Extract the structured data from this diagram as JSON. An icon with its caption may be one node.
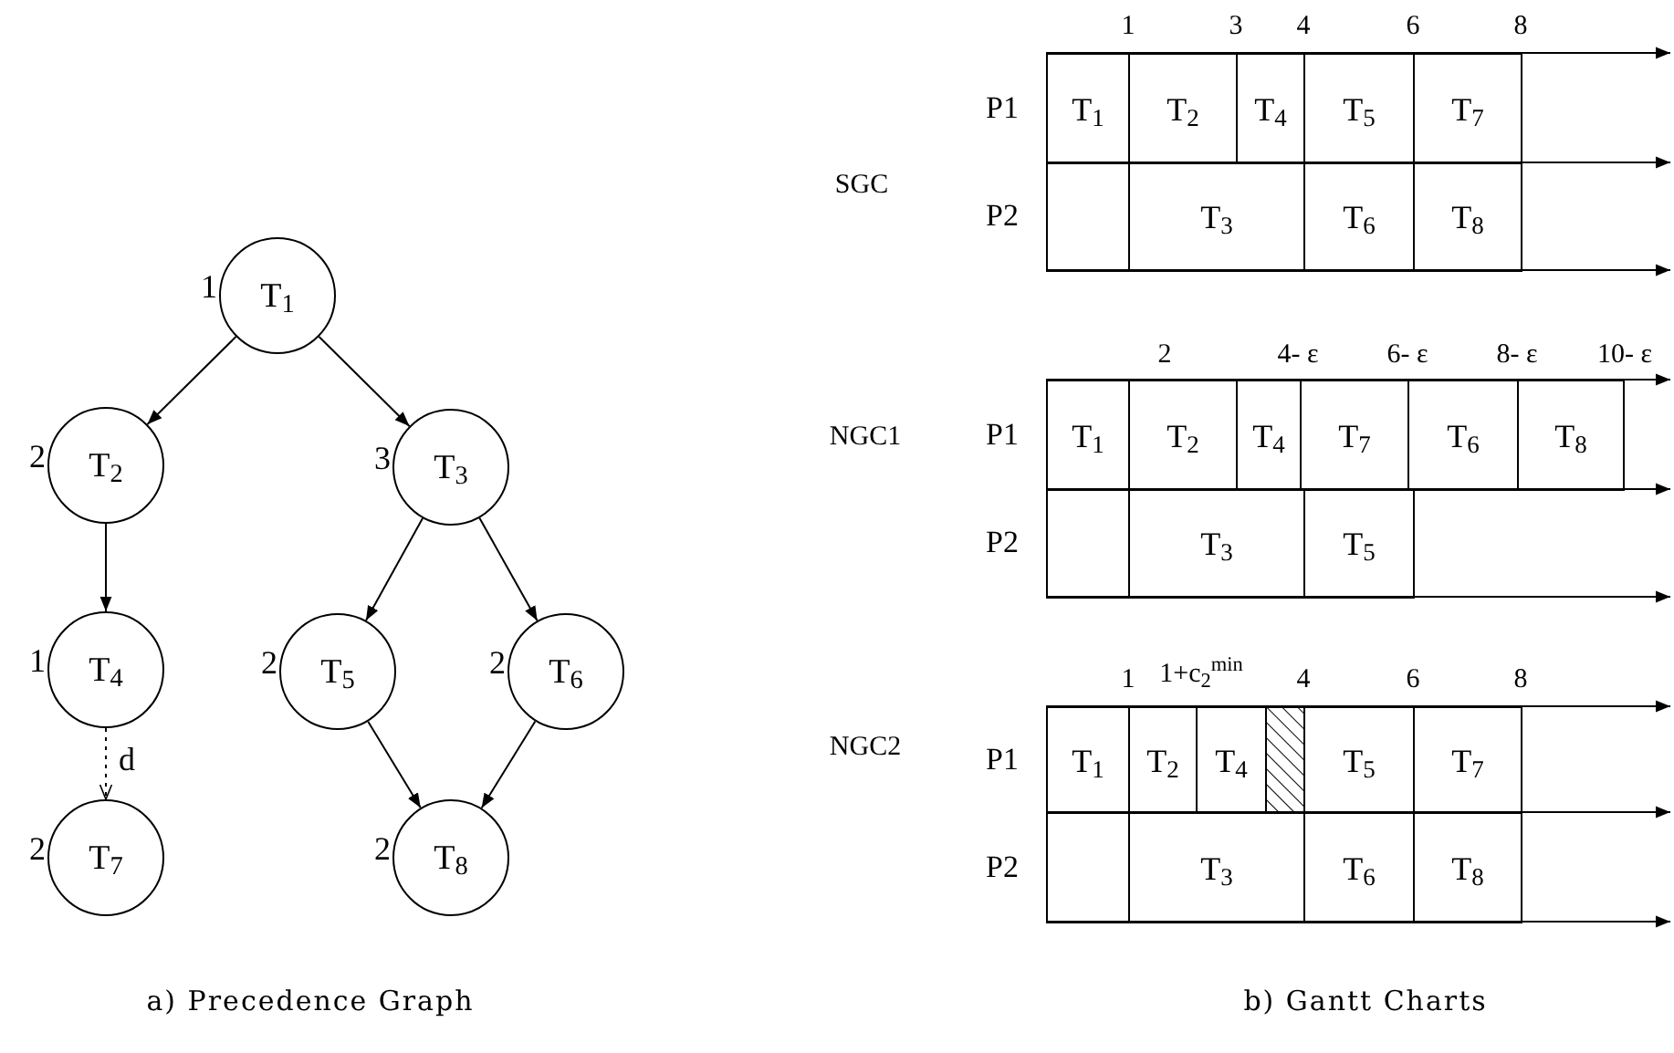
{
  "diagram": {
    "nodes": [
      {
        "text": [
          "T$_{1}$"
        ],
        "beside": [
          "1"
        ]
      },
      {
        "text": [
          "T$_{2}$"
        ],
        "beside": [
          "2"
        ]
      },
      {
        "text": [
          "T$_{3}$"
        ],
        "beside": [
          "3"
        ]
      },
      {
        "text": [
          "T$_{4}$"
        ],
        "beside": [
          "1"
        ]
      },
      {
        "text": [
          "T$_{5}$"
        ],
        "beside": [
          "2"
        ]
      },
      {
        "text": [
          "T$_{6}$"
        ],
        "beside": [
          "2"
        ]
      },
      {
        "text": [
          "T$_{7}$"
        ],
        "beside": [
          "2"
        ]
      },
      {
        "text": [
          "T$_{8}$"
        ],
        "beside": [
          "2"
        ]
      },
      {
        "text": [
          "T$_{1}$"
        ]
      },
      {
        "text": [
          "T$_{2}$"
        ]
      },
      {
        "text": [
          "T$_{4}$"
        ]
      },
      {
        "text": [
          "T$_{5}$"
        ]
      },
      {
        "text": [
          "T$_{7}$"
        ]
      },
      {
        "text": [],
        "shape": "box"
      },
      {
        "text": [
          "T$_{3}$"
        ]
      },
      {
        "text": [
          "T$_{6}$"
        ]
      },
      {
        "text": [
          "T$_{8}$"
        ]
      },
      {
        "text": [
          "T$_{1}$"
        ]
      },
      {
        "text": [
          "T$_{2}$"
        ]
      },
      {
        "text": [
          "T$_{4}$"
        ]
      },
      {
        "text": [
          "T$_{7}$"
        ]
      },
      {
        "text": [
          "T$_{6}$"
        ]
      },
      {
        "text": [
          "T$_{8}$"
        ]
      },
      {
        "text": [],
        "shape": "box"
      },
      {
        "text": [
          "T$_{3}$"
        ]
      },
      {
        "text": [
          "T$_{5}$"
        ]
      },
      {
        "text": [
          "T$_{1}$"
        ]
      },
      {
        "text": [
          "T$_{2}$"
        ]
      },
      {
        "text": [
          "T$_{4}$"
        ]
      },
      {
        "text": [],
        "shape": "box"
      },
      {
        "text": [
          "T$_{5}$"
        ]
      },
      {
        "text": [
          "T$_{7}$"
        ]
      },
      {
        "text": [],
        "shape": "box"
      },
      {
        "text": [
          "T$_{3}$"
        ]
      },
      {
        "text": [
          "T$_{6}$"
        ]
      },
      {
        "text": [
          "T$_{8}$"
        ]
      }
    ],
    "edges": [
      {
        "from": 0,
        "to": 1,
        "arrow": "to"
      },
      {
        "from": 0,
        "to": 2,
        "arrow": "to"
      },
      {
        "from": 1,
        "to": 3,
        "arrow": "to"
      },
      {
        "from": 2,
        "to": 4,
        "arrow": "to"
      },
      {
        "from": 2,
        "to": 5,
        "arrow": "to"
      },
      {
        "from": 3,
        "to": 6,
        "arrow": "to",
        "label": "d",
        "style": "dashed"
      },
      {
        "from": 4,
        "to": 7,
        "arrow": "to"
      },
      {
        "from": 5,
        "to": 7,
        "arrow": "to"
      }
    ],
    "labels": [
      "1",
      "3",
      "4",
      "6",
      "8",
      "SGC",
      "P1",
      "P2",
      "2",
      "4- ε",
      "6- ε",
      "8- ε",
      "10- ε",
      "NGC1",
      "P1",
      "P2",
      "1",
      "1+c$_{2}$$^{min}$",
      "4",
      "6",
      "8",
      "NGC2",
      "P1",
      "P2",
      "a) Precedence Graph",
      "b) Gantt Charts"
    ]
  }
}
